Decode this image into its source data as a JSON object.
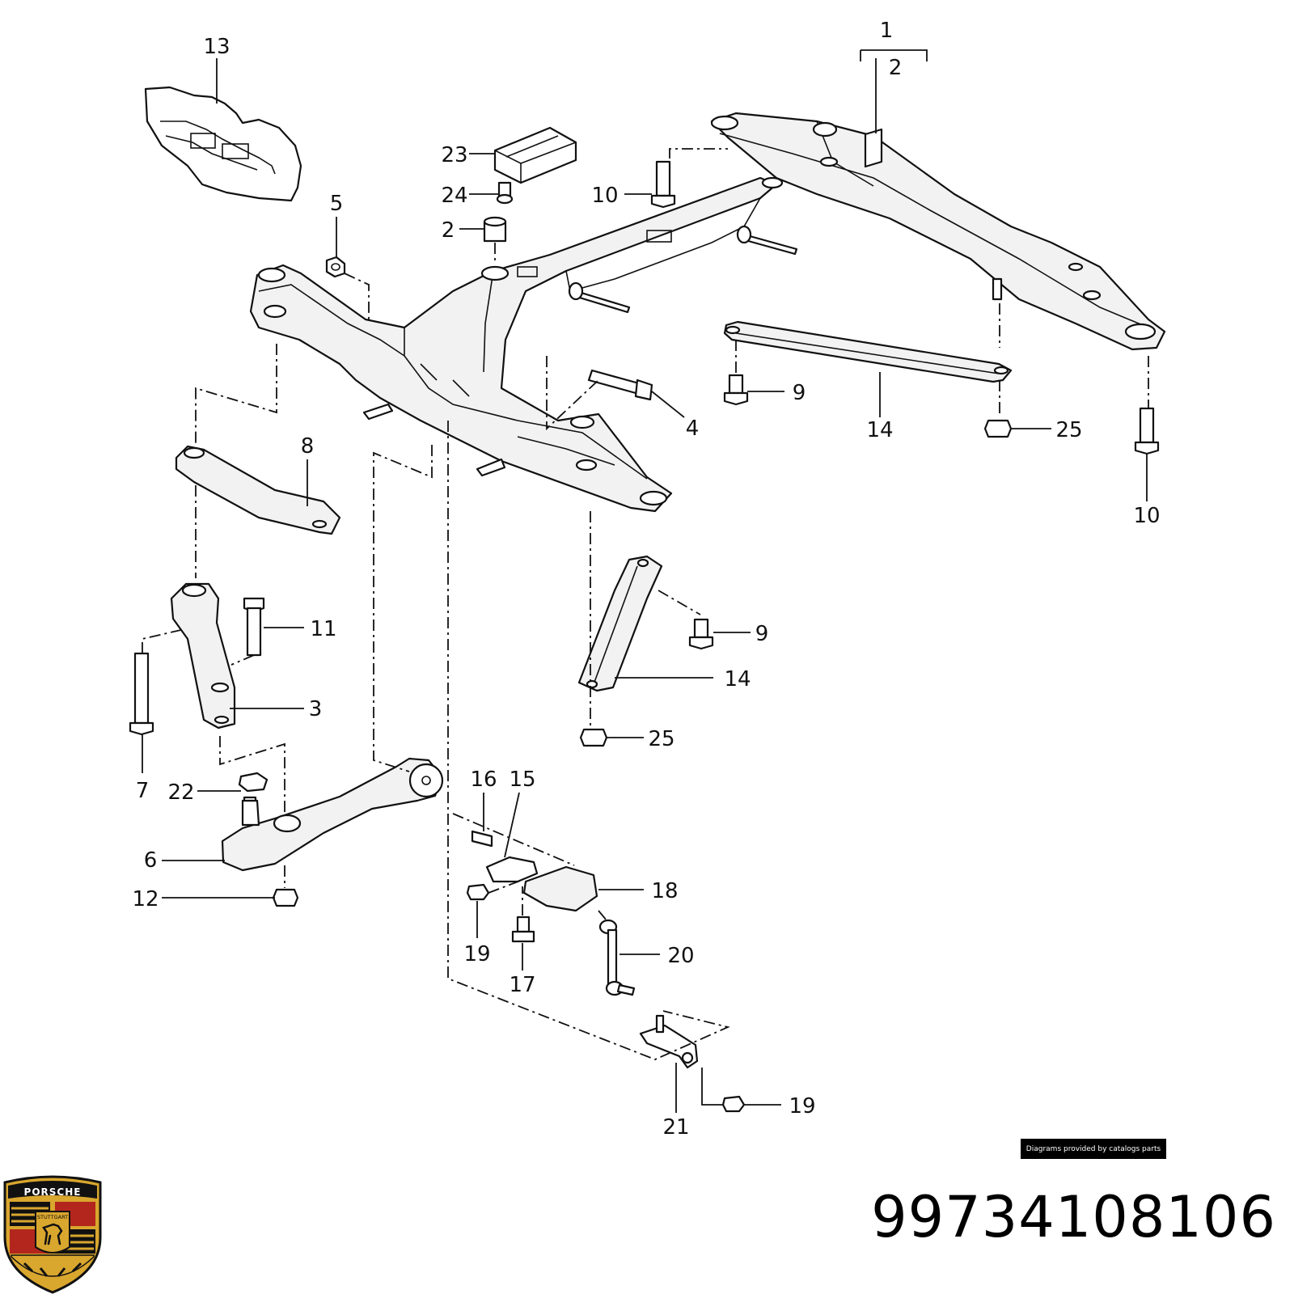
{
  "diagram": {
    "callouts": [
      {
        "id": "c1",
        "text": "1"
      },
      {
        "id": "c2",
        "text": "2"
      },
      {
        "id": "c2b",
        "text": "2"
      },
      {
        "id": "c3",
        "text": "3"
      },
      {
        "id": "c4",
        "text": "4"
      },
      {
        "id": "c5",
        "text": "5"
      },
      {
        "id": "c6",
        "text": "6"
      },
      {
        "id": "c7",
        "text": "7"
      },
      {
        "id": "c8",
        "text": "8"
      },
      {
        "id": "c9a",
        "text": "9"
      },
      {
        "id": "c9b",
        "text": "9"
      },
      {
        "id": "c10a",
        "text": "10"
      },
      {
        "id": "c10b",
        "text": "10"
      },
      {
        "id": "c11",
        "text": "11"
      },
      {
        "id": "c12",
        "text": "12"
      },
      {
        "id": "c13",
        "text": "13"
      },
      {
        "id": "c14a",
        "text": "14"
      },
      {
        "id": "c14b",
        "text": "14"
      },
      {
        "id": "c15",
        "text": "15"
      },
      {
        "id": "c16",
        "text": "16"
      },
      {
        "id": "c17",
        "text": "17"
      },
      {
        "id": "c18",
        "text": "18"
      },
      {
        "id": "c19a",
        "text": "19"
      },
      {
        "id": "c19b",
        "text": "19"
      },
      {
        "id": "c20",
        "text": "20"
      },
      {
        "id": "c21",
        "text": "21"
      },
      {
        "id": "c22",
        "text": "22"
      },
      {
        "id": "c23",
        "text": "23"
      },
      {
        "id": "c24",
        "text": "24"
      },
      {
        "id": "c25a",
        "text": "25"
      },
      {
        "id": "c25b",
        "text": "25"
      }
    ],
    "credit": "Diagrams provided by catalogs parts"
  },
  "part_number": "99734108106",
  "logo": {
    "brand": "PORSCHE",
    "city": "STUTTGART",
    "colors": {
      "gold": "#d9a62e",
      "red": "#b3261e",
      "black": "#111111"
    }
  }
}
